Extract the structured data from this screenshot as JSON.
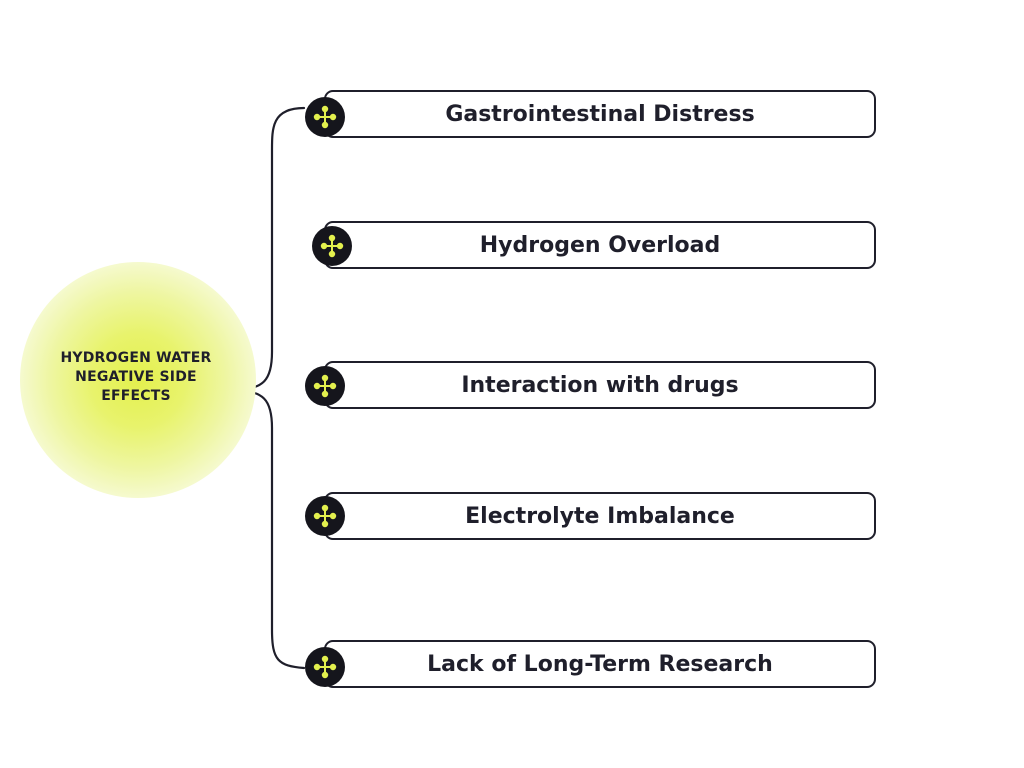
{
  "center": {
    "label": "HYDROGEN WATER NEGATIVE SIDE EFFECTS",
    "glow_color": "#e3f04e"
  },
  "items": [
    {
      "label": "Gastrointestinal Distress",
      "icon": "move-arrows-icon"
    },
    {
      "label": "Hydrogen Overload",
      "icon": "move-arrows-icon"
    },
    {
      "label": "Interaction with drugs",
      "icon": "move-arrows-icon"
    },
    {
      "label": "Electrolyte Imbalance",
      "icon": "move-arrows-icon"
    },
    {
      "label": "Lack of Long-Term Research",
      "icon": "move-arrows-icon"
    }
  ],
  "colors": {
    "outline": "#1f1f2b",
    "icon_bg": "#15151c",
    "icon_fg": "#e3f04e"
  }
}
